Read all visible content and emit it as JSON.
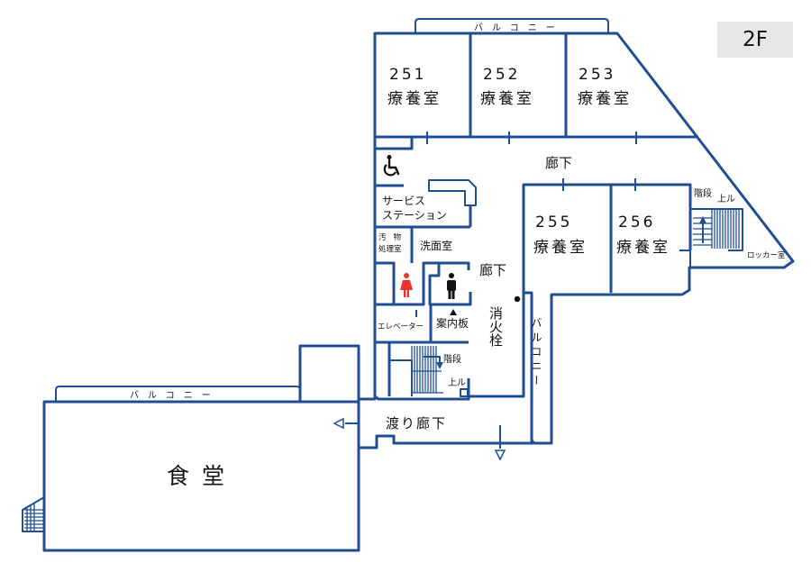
{
  "floor_label": "2F",
  "rooms": {
    "r251": {
      "number": "251",
      "name": "療養室"
    },
    "r252": {
      "number": "252",
      "name": "療養室"
    },
    "r253": {
      "number": "253",
      "name": "療養室"
    },
    "r255": {
      "number": "255",
      "name": "療養室"
    },
    "r256": {
      "number": "256",
      "name": "療養室"
    }
  },
  "labels": {
    "balcony_top": "バルコニー",
    "balcony_dining": "バルコニー",
    "balcony_vertical": "バルコニー",
    "corridor_top": "廊下",
    "corridor_mid": "廊下",
    "service_station_1": "サービス",
    "service_station_2": "ステーション",
    "soiled_1": "汚物",
    "soiled_2": "処理室",
    "washroom": "洗面室",
    "elevator": "エレベーター",
    "info_board": "案内板",
    "stairs_left": "階段",
    "up_left": "上ル",
    "stairs_right": "階段",
    "up_right": "上ル",
    "hydrant": "消火栓",
    "locker_room": "ロッカー室",
    "walkway": "渡り廊下",
    "dining": "食堂"
  },
  "icons": {
    "accessible": "wheelchair-icon",
    "female": "female-restroom-icon",
    "male": "male-restroom-icon",
    "female_color": "#e8332f",
    "male_color": "#111111"
  },
  "colors": {
    "wall": "#1f4e93",
    "floor_box": "#e6e6e6"
  }
}
